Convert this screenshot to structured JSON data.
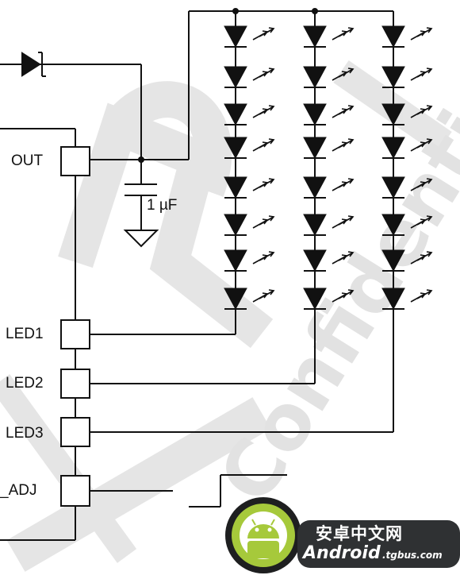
{
  "pins": {
    "out": "OUT",
    "led1": "LED1",
    "led2": "LED2",
    "led3": "LED3",
    "adj": "_ADJ"
  },
  "capacitor_value": "1 µF",
  "led_matrix": {
    "strings": 3,
    "leds_per_string": 8
  },
  "watermark": {
    "text": "Confidential",
    "logo_cn": "安卓中文网",
    "logo_en": "Android",
    "logo_domain": ".tgbus.com"
  },
  "colors": {
    "line": "#111111",
    "watermark": "#d8d8d8",
    "logo_dark": "#2f3133",
    "logo_green": "#a6c93b"
  }
}
